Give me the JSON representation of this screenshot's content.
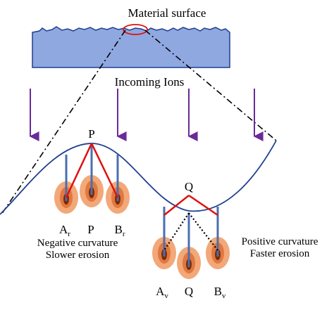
{
  "title": "Material surface",
  "incoming_label": "Incoming Ions",
  "peak": {
    "point_label": "P",
    "left_label": "A",
    "left_sub": "r",
    "center_label": "P",
    "right_label": "B",
    "right_sub": "r",
    "caption_line1": "Negative curvature",
    "caption_line2": "Slower erosion"
  },
  "valley": {
    "point_label": "Q",
    "left_label": "A",
    "left_sub": "v",
    "center_label": "Q",
    "right_label": "B",
    "right_sub": "v",
    "caption_line1": "Positive curvature",
    "caption_line2": "Faster erosion"
  },
  "colors": {
    "surface_fill": "#8FA8E0",
    "surface_stroke": "#1F3F8F",
    "arrow": "#6A2A9A",
    "curve": "#1F3F8F",
    "red_line": "#E01010",
    "ion_stick": "#4A6FB0",
    "ellipse_outer": "#F2A878",
    "ellipse_mid": "#E07840",
    "ellipse_core": "#7A2A08"
  }
}
